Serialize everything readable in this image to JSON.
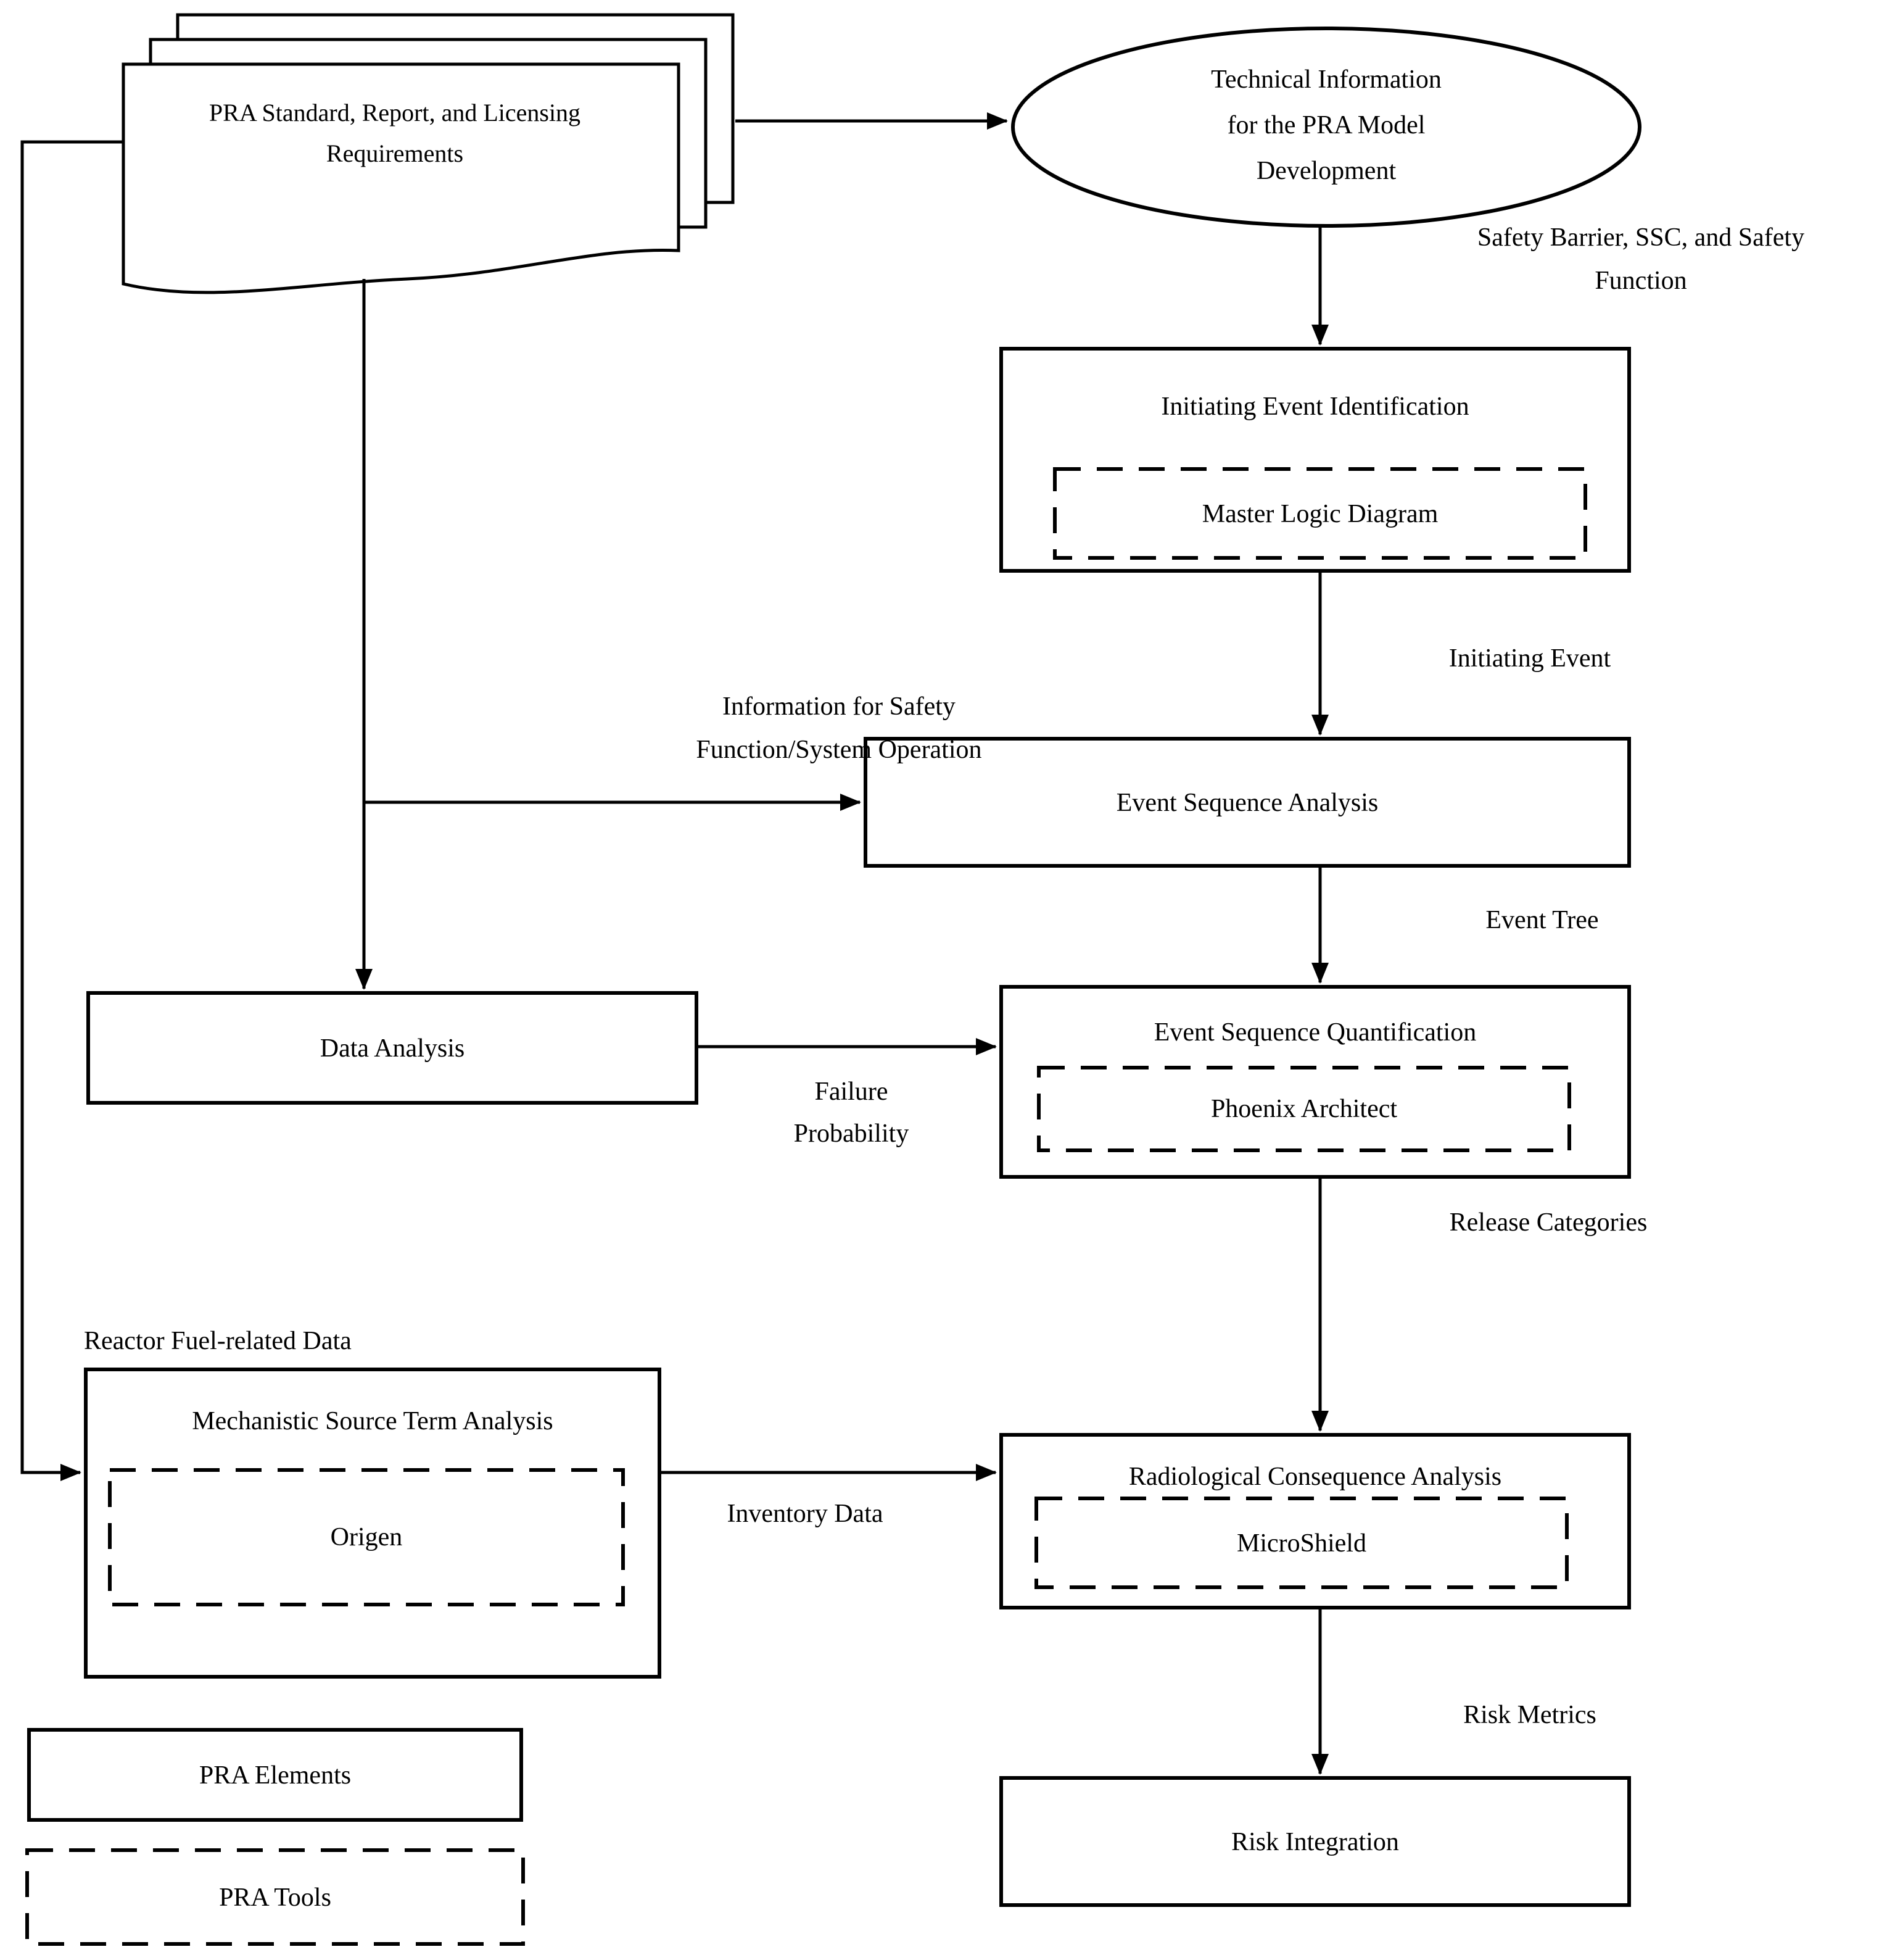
{
  "colors": {
    "stroke": "#000000",
    "background": "#ffffff",
    "text": "#000000"
  },
  "documents": {
    "label": "PRA Standard, Report, and Licensing\nRequirements"
  },
  "technical_info": {
    "label": "Technical Information\nfor the PRA Model\nDevelopment"
  },
  "boxes": {
    "initiating_event_identification": {
      "title": "Initiating Event Identification",
      "tool": "Master Logic Diagram"
    },
    "event_sequence_analysis": {
      "title": "Event Sequence Analysis"
    },
    "data_analysis": {
      "title": "Data Analysis"
    },
    "event_sequence_quantification": {
      "title": "Event Sequence Quantification",
      "tool": "Phoenix Architect"
    },
    "mechanistic_source_term_analysis": {
      "title": "Mechanistic Source Term Analysis",
      "tool": "Origen"
    },
    "radiological_consequence_analysis": {
      "title": "Radiological Consequence Analysis",
      "tool": "MicroShield"
    },
    "risk_integration": {
      "title": "Risk Integration"
    }
  },
  "edge_labels": {
    "safety_barrier": "Safety Barrier, SSC, and Safety\nFunction",
    "initiating_event": "Initiating Event",
    "information_for_safety": "Information for Safety\nFunction/System Operation",
    "event_tree": "Event Tree",
    "failure_probability": "Failure\nProbability",
    "release_categories": "Release Categories",
    "reactor_fuel_related_data": "Reactor Fuel-related Data",
    "inventory_data": "Inventory Data",
    "risk_metrics": "Risk Metrics"
  },
  "legend": {
    "pra_elements": "PRA Elements",
    "pra_tools": "PRA Tools"
  }
}
